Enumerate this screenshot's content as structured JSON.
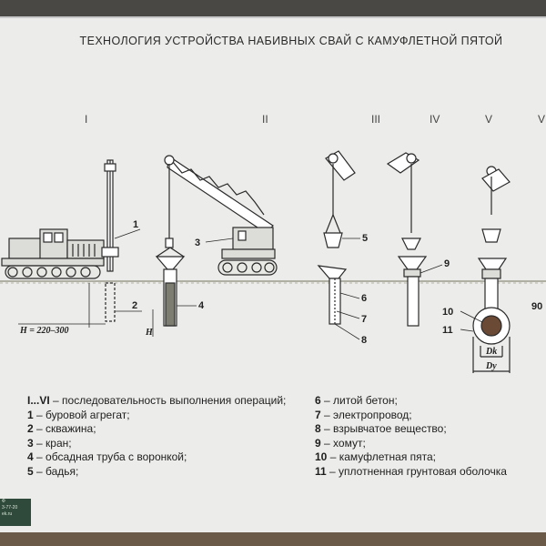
{
  "title": "ТЕХНОЛОГИЯ УСТРОЙСТВА НАБИВНЫХ СВАЙ С КАМУФЛЕТНОЙ ПЯТОЙ",
  "stages": [
    "I",
    "II",
    "III",
    "IV",
    "V",
    "V"
  ],
  "callouts": [
    "1",
    "2",
    "3",
    "4",
    "5",
    "6",
    "7",
    "8",
    "9",
    "10",
    "11"
  ],
  "dimensions": {
    "h_depth": "H = 220–300",
    "h_short": "H",
    "dk": "Dk",
    "dy": "Dy",
    "partial": "90"
  },
  "legend_left": [
    {
      "key": "I...VI",
      "text": " – последовательность выполнения операций;"
    },
    {
      "key": "1",
      "text": " – буровой агрегат;"
    },
    {
      "key": "2",
      "text": " – скважина;"
    },
    {
      "key": "3",
      "text": " – кран;"
    },
    {
      "key": "4",
      "text": " – обсадная труба с воронкой;"
    },
    {
      "key": "5",
      "text": " – бадья;"
    }
  ],
  "legend_right": [
    {
      "key": "6",
      "text": " – литой бетон;"
    },
    {
      "key": "7",
      "text": " – электропровод;"
    },
    {
      "key": "8",
      "text": " – взрывчатое вещество;"
    },
    {
      "key": "9",
      "text": " – хомут;"
    },
    {
      "key": "10",
      "text": " – камуфлетная пята;"
    },
    {
      "key": "11",
      "text": " – уплотненная грунтовая оболочка"
    }
  ],
  "logo": {
    "line1": "Ф",
    "line2": "3-77-20",
    "line3": "ek.ru"
  },
  "colors": {
    "board": "#ececea",
    "ink": "#2a2a2a",
    "ground": "#8a8a7a",
    "camouflet": "#6b4a35"
  }
}
